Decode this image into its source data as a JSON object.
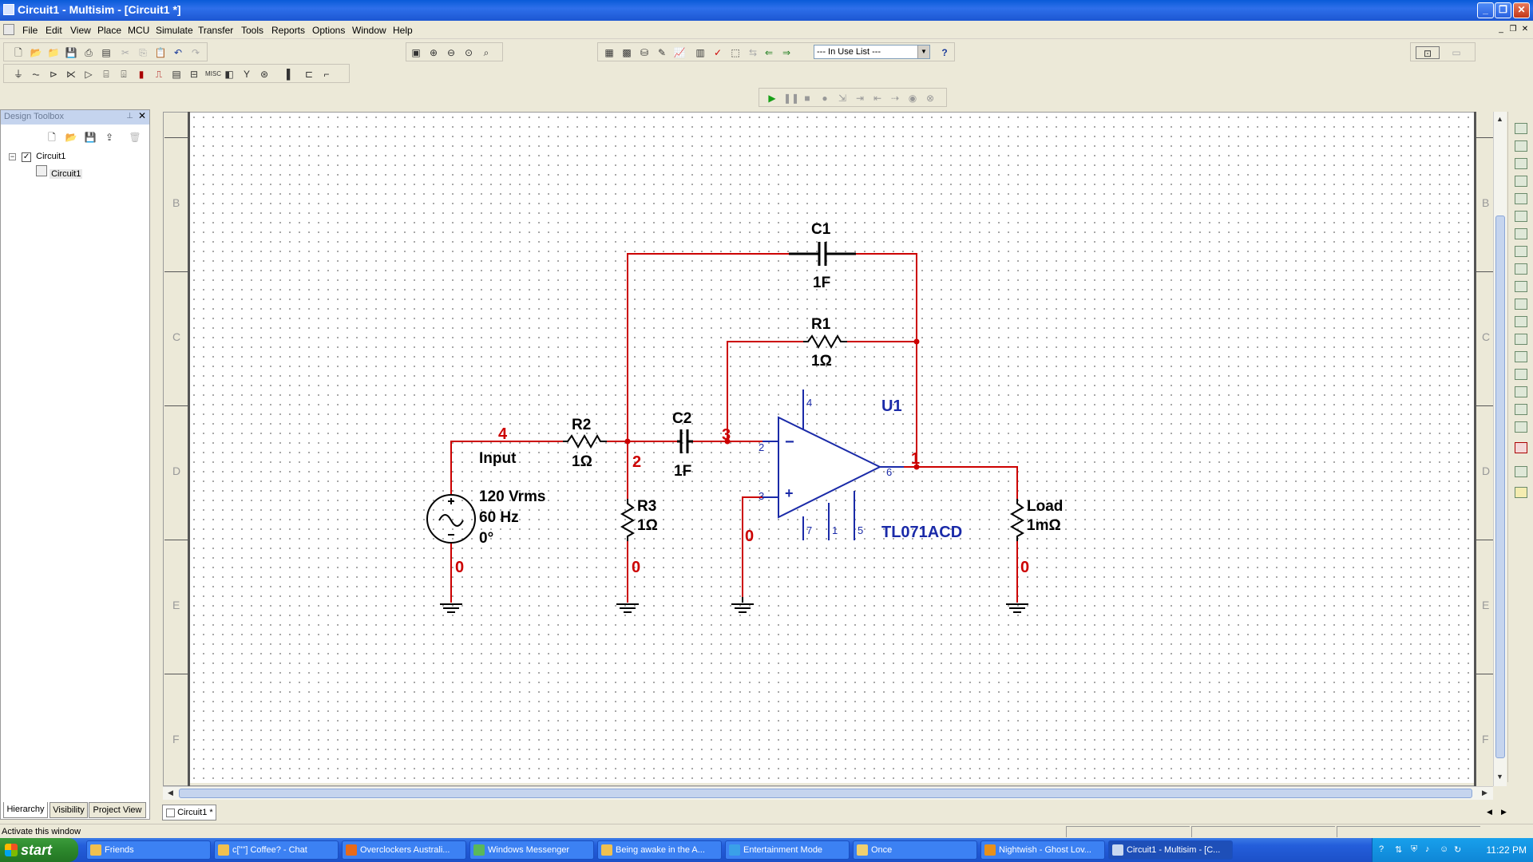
{
  "window": {
    "title": "Circuit1 - Multisim - [Circuit1 *]",
    "status_text": "Activate this window"
  },
  "menu": [
    "File",
    "Edit",
    "View",
    "Place",
    "MCU",
    "Simulate",
    "Transfer",
    "Tools",
    "Reports",
    "Options",
    "Window",
    "Help"
  ],
  "toolbar": {
    "in_use_list": "--- In Use List ---",
    "help_glyph": "?"
  },
  "toolbox": {
    "title": "Design Toolbox",
    "tree_root": "Circuit1",
    "tree_child": "Circuit1",
    "tabs": [
      "Hierarchy",
      "Visibility",
      "Project View"
    ]
  },
  "document_tab": "Circuit1 *",
  "sheet_rows": [
    "B",
    "C",
    "D",
    "E",
    "F"
  ],
  "schematic": {
    "source": {
      "line1": "120 Vrms",
      "line2": "60 Hz",
      "line3": "0°",
      "net": "0"
    },
    "input_label": "Input",
    "node4": "4",
    "r2": {
      "name": "R2",
      "value": "1Ω"
    },
    "node2": "2",
    "r3": {
      "name": "R3",
      "value": "1Ω",
      "net": "0"
    },
    "c2": {
      "name": "C2",
      "value": "1F"
    },
    "node3": "3",
    "c1": {
      "name": "C1",
      "value": "1F"
    },
    "r1": {
      "name": "R1",
      "value": "1Ω"
    },
    "opamp": {
      "ref": "U1",
      "part": "TL071ACD",
      "pin_minus": "2",
      "pin_plus": "3",
      "pin_out": "6",
      "pin_v_plus": "4",
      "pin_7": "7",
      "pin_1": "1",
      "pin_5": "5",
      "minus_sign": "−",
      "plus_sign": "+"
    },
    "plus_ground_net": "0",
    "node1": "1",
    "load": {
      "name": "Load",
      "value": "1mΩ",
      "net": "0"
    }
  },
  "taskbar": {
    "start": "start",
    "items": [
      "Friends",
      "c[\"\"] Coffee? - Chat",
      "Overclockers Australi...",
      "Windows Messenger",
      "Being awake in the A...",
      "Entertainment Mode",
      "Once",
      "Nightwish - Ghost Lov...",
      "Circuit1 - Multisim - [C..."
    ],
    "clock": "11:22 PM"
  },
  "colors": {
    "wire": "#cc0000",
    "component": "#000000",
    "opamp": "#1a2aa8",
    "titlebar": "#0a5bd8",
    "taskbar": "#245edb"
  }
}
